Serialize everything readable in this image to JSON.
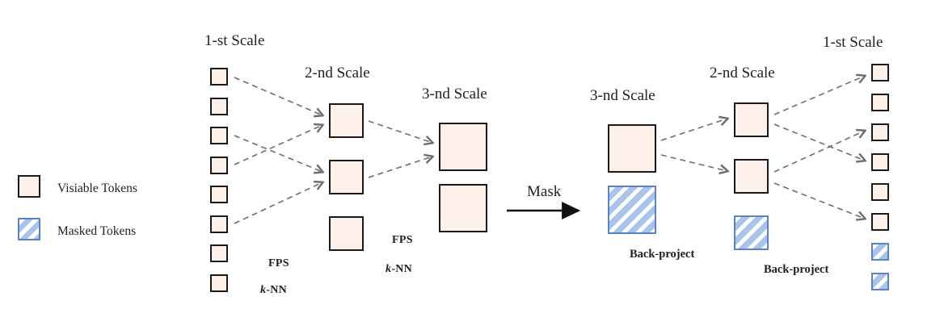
{
  "colors": {
    "visible_fill": "#fcf0e8",
    "token_border": "#1a1a1a",
    "masked_border": "#5b83c4",
    "masked_stripe": "#a9c4e8",
    "arrow_dashed": "#6e6e6e",
    "arrow_solid": "#111111",
    "text": "#1f1f1f"
  },
  "legend": {
    "visible_label": "Visiable Tokens",
    "masked_label": "Masked Tokens"
  },
  "encoder": {
    "scale1_label": "1-st Scale",
    "scale2_label": "2-nd Scale",
    "scale3_label": "3-nd Scale",
    "scale1_tokens": [
      "visible",
      "visible",
      "visible",
      "visible",
      "visible",
      "visible",
      "visible",
      "visible"
    ],
    "scale2_tokens": [
      "visible",
      "visible",
      "visible"
    ],
    "scale3_tokens": [
      "visible",
      "visible"
    ],
    "downsample1": {
      "fps": "FPS",
      "knn_k": "k",
      "knn_rest": "-NN"
    },
    "downsample2": {
      "fps": "FPS",
      "knn_k": "k",
      "knn_rest": "-NN"
    }
  },
  "mask": {
    "label": "Mask"
  },
  "decoder": {
    "scale3_label": "3-nd Scale",
    "scale2_label": "2-nd Scale",
    "scale1_label": "1-st Scale",
    "scale3_tokens": [
      "visible",
      "masked"
    ],
    "scale2_tokens": [
      "visible",
      "visible",
      "masked"
    ],
    "scale1_tokens": [
      "visible",
      "visible",
      "visible",
      "visible",
      "visible",
      "visible",
      "masked",
      "masked"
    ],
    "back_project1": "Back-project",
    "back_project2": "Back-project"
  }
}
